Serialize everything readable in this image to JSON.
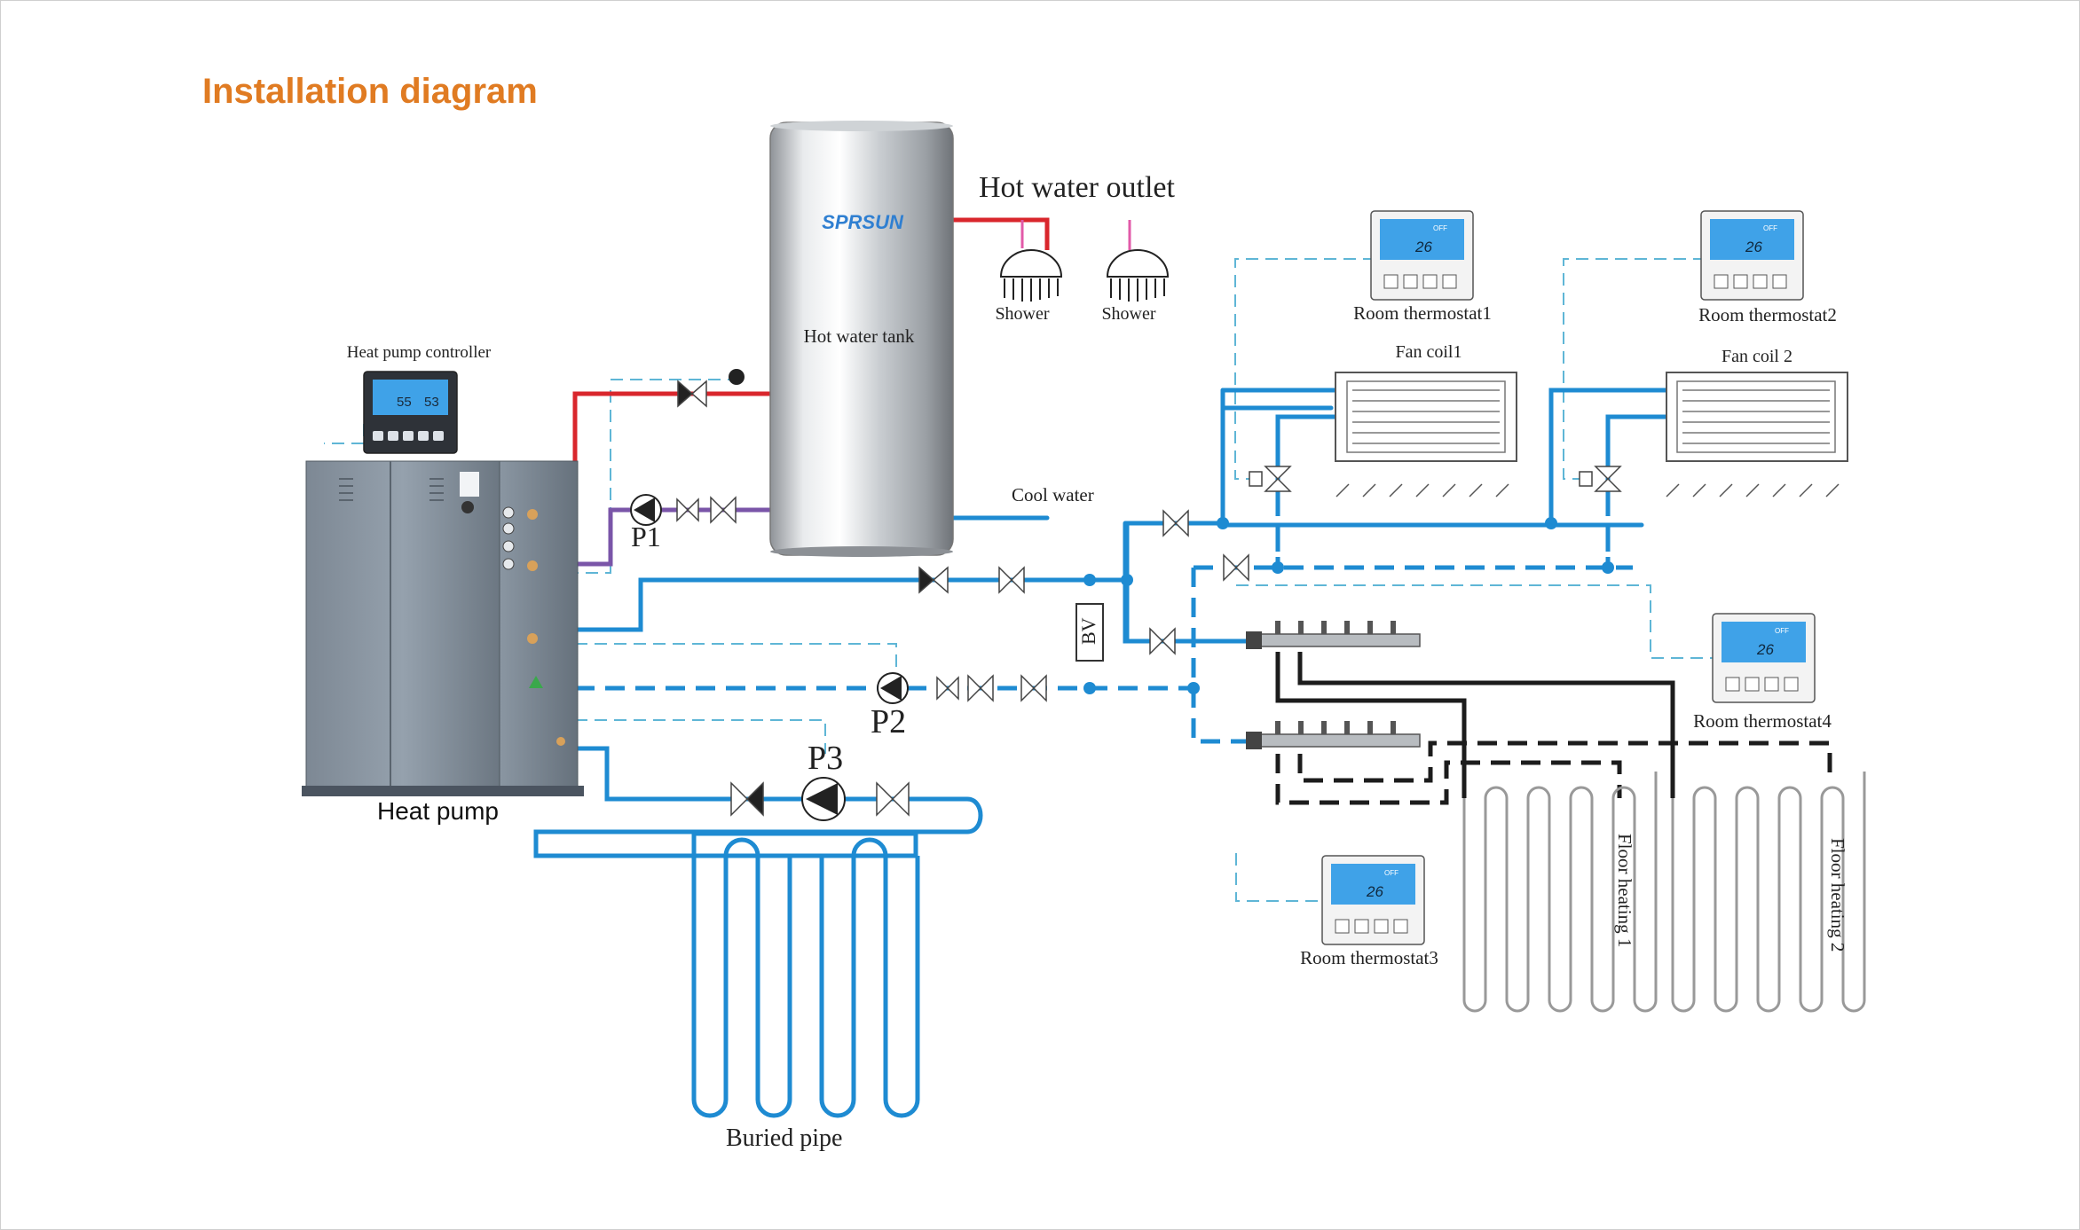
{
  "title": "Installation diagram",
  "brand": "SPRSUN",
  "labels": {
    "hot_water_outlet": "Hot water outlet",
    "shower_1": "Shower",
    "shower_2": "Shower",
    "hot_water_tank": "Hot water tank",
    "cool_water": "Cool water",
    "heat_pump_controller": "Heat pump controller",
    "heat_pump": "Heat pump",
    "p1": "P1",
    "p2": "P2",
    "p3": "P3",
    "bv": "BV",
    "buried_pipe": "Buried pipe",
    "room_thermostat_1": "Room thermostat1",
    "room_thermostat_2": "Room thermostat2",
    "room_thermostat_3": "Room thermostat3",
    "room_thermostat_4": "Room thermostat4",
    "fan_coil_1": "Fan coil1",
    "fan_coil_2": "Fan  coil  2",
    "floor_heating_1": "Floor heating 1",
    "floor_heating_2": "Floor heating 2"
  },
  "controller_display": {
    "left": "55",
    "right": "53"
  },
  "thermostat_display": {
    "temp": "26",
    "mode": "OFF"
  },
  "colors": {
    "title": "#e07b22",
    "water_pipe": "#1e8bd2",
    "hot_pipe": "#d9262c",
    "return_pipe": "#7a55a8",
    "control_line": "#5fb6d6",
    "floor_pipe": "#1c1c1c",
    "lcd": "#3fa2e8"
  }
}
